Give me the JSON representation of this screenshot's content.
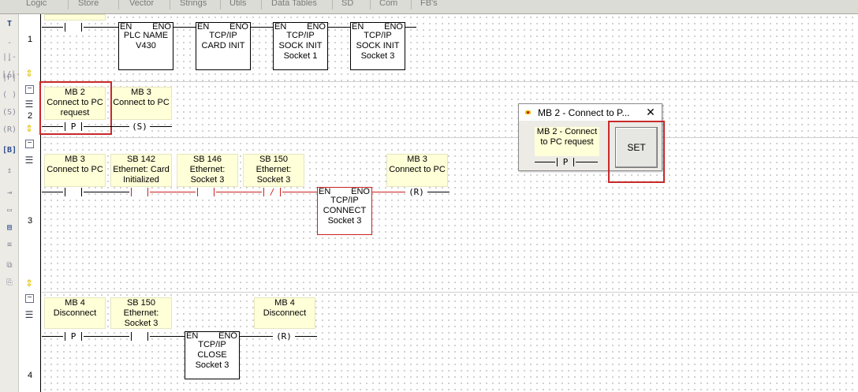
{
  "menu": {
    "items": [
      "Logic",
      "Store",
      "Vector",
      "Strings",
      "Utils",
      "Data Tables",
      "SD",
      "Com",
      "FB's"
    ]
  },
  "toolbar": {
    "icons": [
      "rung-tool-icon",
      "contact-no-icon",
      "contact-nc-icon",
      "contact-p-icon",
      "coil-icon",
      "coil-set-icon",
      "coil-reset-icon",
      "function-block-icon",
      "branch-icon",
      "insert-rung-icon",
      "delete-rung-icon",
      "comment-icon",
      "rung-comment-icon",
      "copy-icon",
      "paste-icon"
    ]
  },
  "rungs": [
    {
      "number": "1"
    },
    {
      "number": "2"
    },
    {
      "number": "3"
    },
    {
      "number": "4"
    }
  ],
  "rung1": {
    "blocks": [
      "PLC NAME\nV430",
      "TCP/IP\nCARD INIT",
      "TCP/IP\nSOCK INIT\nSocket 1",
      "TCP/IP\nSOCK INIT\nSocket 3"
    ],
    "en_label": "EN",
    "eno_label": "ENO"
  },
  "rung2": {
    "comment1": "MB 2\nConnect to PC\nrequest",
    "comment2": "MB 3\nConnect to PC",
    "contact_symbol": "P",
    "coil_symbol": "(S)"
  },
  "rung3": {
    "comments": [
      "MB 3\nConnect to PC",
      "SB 142\nEthernet: Card\nInitialized",
      "SB 146\nEthernet:\nSocket 3",
      "SB 150\nEthernet:\nSocket 3",
      "MB 3\nConnect to PC"
    ],
    "nc_symbol": "/",
    "block": "TCP/IP\nCONNECT\nSocket 3",
    "coil_symbol": "(R)"
  },
  "rung4": {
    "comments": [
      "MB 4\nDisconnect",
      "SB 150\nEthernet:\nSocket 3",
      "MB 4\nDisconnect"
    ],
    "contact_symbol": "P",
    "block": "TCP/IP\nCLOSE\nSocket 3",
    "coil_symbol": "(R)"
  },
  "popup": {
    "title": "MB 2  - Connect to P...",
    "close": "✕",
    "comment": "MB 2  - Connect\nto PC request",
    "contact_symbol": "P",
    "button": "SET"
  },
  "colors": {
    "highlight": "#c82a2a",
    "active_wire": "#cc2020",
    "comment_bg": "#ffffd8"
  }
}
